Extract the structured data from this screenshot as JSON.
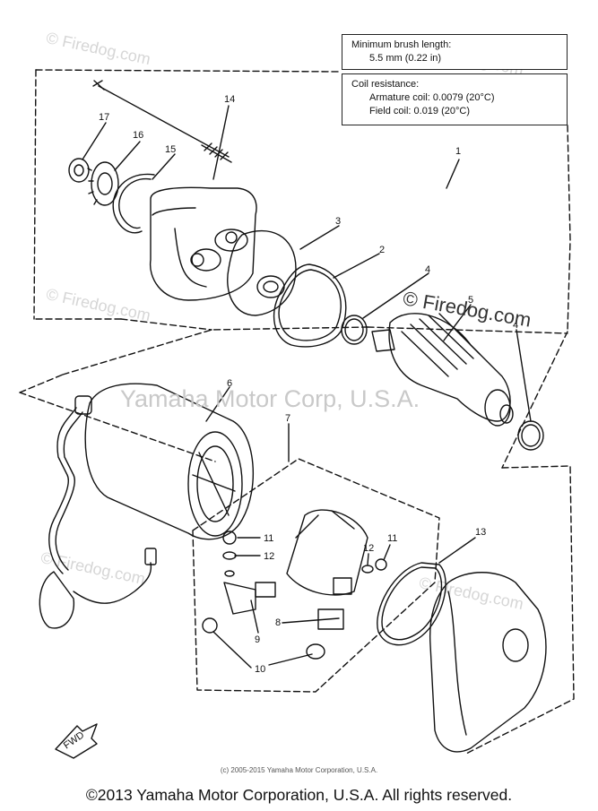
{
  "spec_box": {
    "brush_title": "Minimum brush length:",
    "brush_value": "5.5 mm (0.22 in)",
    "coil_title": "Coil resistance:",
    "armature": "Armature coil: 0.0079 (20°C)",
    "field": "Field coil: 0.019 (20°C)"
  },
  "watermarks": {
    "main": "Yamaha Motor Corp, U.S.A.",
    "firedog": "© Firedog.com",
    "small": "© Firedog.com"
  },
  "callouts": [
    "1",
    "2",
    "3",
    "4",
    "4",
    "5",
    "6",
    "7",
    "8",
    "9",
    "10",
    "11",
    "11",
    "12",
    "12",
    "13",
    "14",
    "15",
    "16",
    "17"
  ],
  "arrow_label": "FWD",
  "footer": {
    "small": "(c) 2005-2015 Yamaha Motor Corporation, U.S.A.",
    "main": "©2013 Yamaha Motor Corporation, U.S.A. All rights reserved."
  },
  "colors": {
    "line": "#111111",
    "watermark": "#c8c8c8"
  }
}
